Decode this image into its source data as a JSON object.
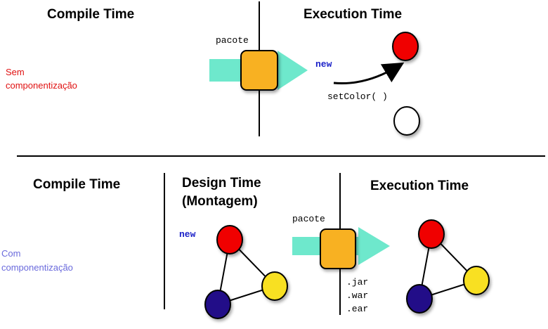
{
  "top": {
    "compile_title": "Compile Time",
    "execution_title": "Execution Time",
    "package_label": "pacote",
    "new_label": "new",
    "method_label": "setColor( )",
    "side_label_line1": "Sem",
    "side_label_line2": "componentização"
  },
  "bottom": {
    "compile_title": "Compile Time",
    "design_title_line1": "Design Time",
    "design_title_line2": "(Montagem)",
    "execution_title": "Execution Time",
    "package_label": "pacote",
    "new_label": "new",
    "ext_jar": ".jar",
    "ext_war": ".war",
    "ext_ear": ".ear",
    "side_label_line1": "Com",
    "side_label_line2": "componentização"
  },
  "colors": {
    "arrow": "#6ee8cc",
    "package": "#f8b120",
    "red": "#f00000",
    "yellow": "#f8e020",
    "navy": "#200c88",
    "top_side_text": "#e01010",
    "bottom_side_text": "#6a6adc"
  }
}
